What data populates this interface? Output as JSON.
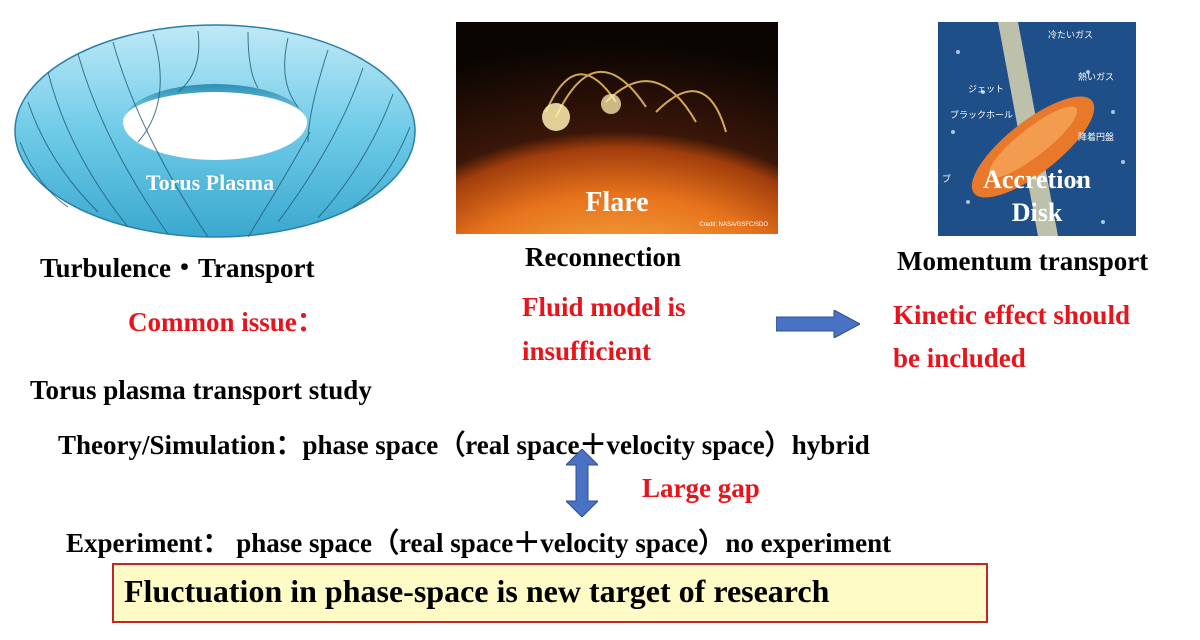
{
  "images": {
    "torus": {
      "label": "Torus Plasma"
    },
    "flare": {
      "label": "Flare",
      "credit": "Credit: NASA/GSFC/SDO"
    },
    "disk": {
      "label_line1": "Accretion",
      "label_line2": "Disk",
      "annotations": [
        "冷たいガス",
        "熱いガス",
        "ジェット",
        "ブラックホール",
        "降着円盤",
        "ブ"
      ]
    }
  },
  "captions": {
    "turbulence": "Turbulence・Transport",
    "reconnection": "Reconnection",
    "momentum": "Momentum transport"
  },
  "issues": {
    "common": "Common issue：",
    "fluid_line1": "Fluid model is",
    "fluid_line2": "insufficient",
    "kinetic_line1": "Kinetic effect should",
    "kinetic_line2": "be included"
  },
  "study": {
    "heading": "Torus plasma transport study",
    "theory": "Theory/Simulation：phase space（real space＋velocity space）hybrid",
    "gap": "Large gap",
    "experiment": "Experiment： phase space（real space＋velocity space）no experiment"
  },
  "conclusion": "Fluctuation in phase-space is new target of research",
  "colors": {
    "emphasis_red": "#e8141b",
    "arrow_blue": "#4a72c4",
    "box_fill": "#fefbc7",
    "box_border": "#c0262c"
  }
}
